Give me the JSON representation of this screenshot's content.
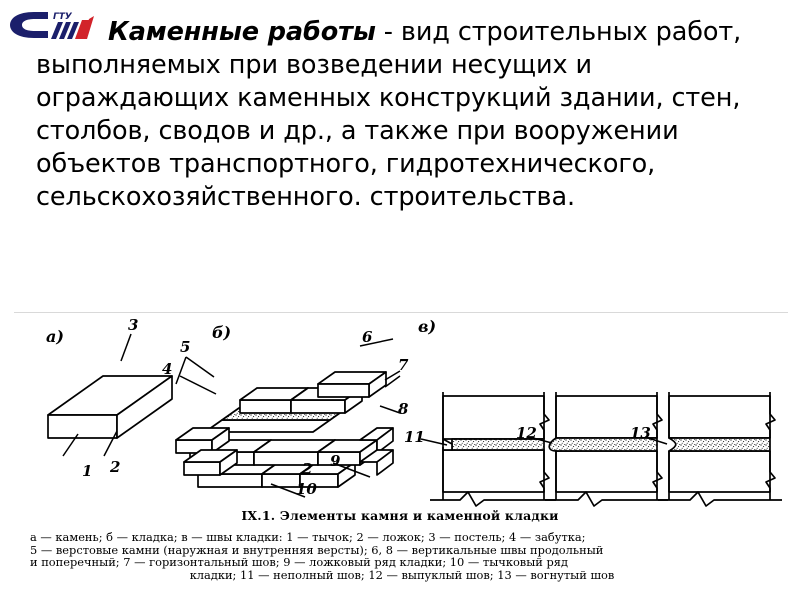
{
  "logo": {
    "name": "sgtu-logo",
    "letter": "C",
    "sub_letters": "ГТУ",
    "colors": {
      "navy": "#1b1f6b",
      "red": "#d2232a",
      "white": "#ffffff"
    }
  },
  "content": {
    "lead": "Каменные работы",
    "body": " - вид строительных работ, выполняемых при возведении несущих и ограждающих каменных конструкций здании, стен, столбов, сводов и др., а также при вооружении объектов транспортного, гидротехнического, сельскохозяйственного. строительства."
  },
  "figure": {
    "panel_labels": {
      "a": "а)",
      "b": "б)",
      "v": "в)"
    },
    "callouts": {
      "n1": "1",
      "n2": "2",
      "n3": "3",
      "n4": "4",
      "n5": "5",
      "n6": "6",
      "n7": "7",
      "n8": "8",
      "n9": "9",
      "n10": "10",
      "n11": "11",
      "n12": "12",
      "n13": "13"
    },
    "title": "IX.1. Элементы камня и каменной кладки",
    "legend_lines": [
      "а — камень;  б — кладка;  в — швы кладки:  1 — тычок;  2 — ложок;  3 — постель;  4 — забутка;",
      "5 — верстовые камни (наружная и внутренняя версты); 6, 8 — вертикальные швы продольный",
      "и  поперечный;  7 — горизонтальный  шов;  9 — ложковый  ряд  кладки;  10 — тычковый  ряд",
      "кладки;  11 — неполный шов;  12 — выпуклый шов;  13 — вогнутый шов"
    ]
  }
}
